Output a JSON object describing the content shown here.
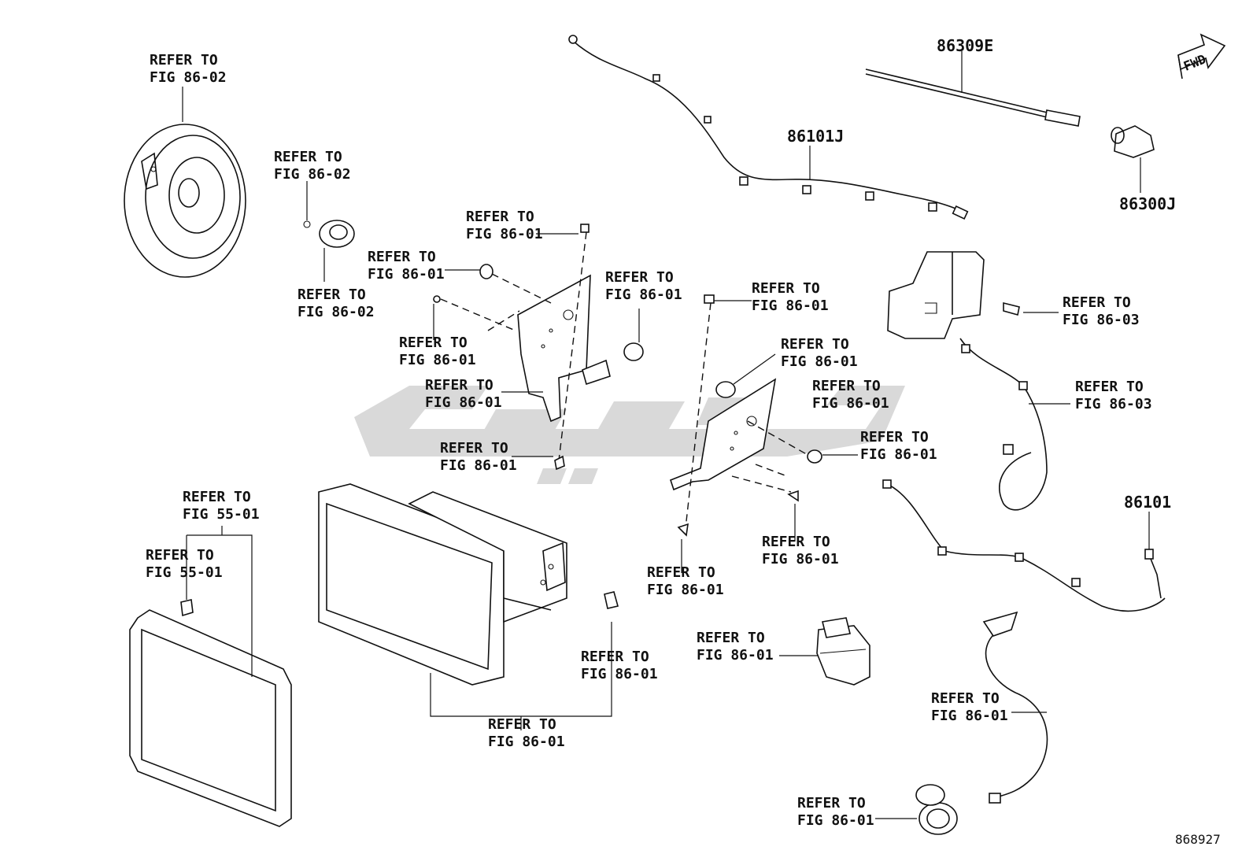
{
  "diagram": {
    "figure_number": "868927",
    "direction_arrow": "FWD",
    "watermark": "logo-watermark",
    "part_numbers": {
      "antenna_rod": "86309E",
      "antenna_base": "86300J",
      "antenna_cord_upper": "86101J",
      "antenna_cord_lower": "86101"
    },
    "references": {
      "r1": [
        "REFER TO",
        "FIG 86-02"
      ],
      "r2": [
        "REFER TO",
        "FIG 86-02"
      ],
      "r3": [
        "REFER TO",
        "FIG 86-02"
      ],
      "r4": [
        "REFER TO",
        "FIG 86-01"
      ],
      "r5": [
        "REFER TO",
        "FIG 86-01"
      ],
      "r6": [
        "REFER TO",
        "FIG 86-01"
      ],
      "r7": [
        "REFER TO",
        "FIG 86-01"
      ],
      "r8": [
        "REFER TO",
        "FIG 86-01"
      ],
      "r9": [
        "REFER TO",
        "FIG 86-01"
      ],
      "r10": [
        "REFER TO",
        "FIG 86-01"
      ],
      "r11": [
        "REFER TO",
        "FIG 86-01"
      ],
      "r12": [
        "REFER TO",
        "FIG 86-01"
      ],
      "r13": [
        "REFER TO",
        "FIG 86-01"
      ],
      "r14": [
        "REFER TO",
        "FIG 86-01"
      ],
      "r15": [
        "REFER TO",
        "FIG 86-01"
      ],
      "r16": [
        "REFER TO",
        "FIG 86-03"
      ],
      "r17": [
        "REFER TO",
        "FIG 86-03"
      ],
      "r18": [
        "REFER TO",
        "FIG 55-01"
      ],
      "r19": [
        "REFER TO",
        "FIG 55-01"
      ],
      "r20": [
        "REFER TO",
        "FIG 86-01"
      ],
      "r21": [
        "REFER TO",
        "FIG 86-01"
      ],
      "r22": [
        "REFER TO",
        "FIG 86-01"
      ],
      "r23": [
        "REFER TO",
        "FIG 86-01"
      ],
      "r24": [
        "REFER TO",
        "FIG 86-01"
      ]
    }
  }
}
